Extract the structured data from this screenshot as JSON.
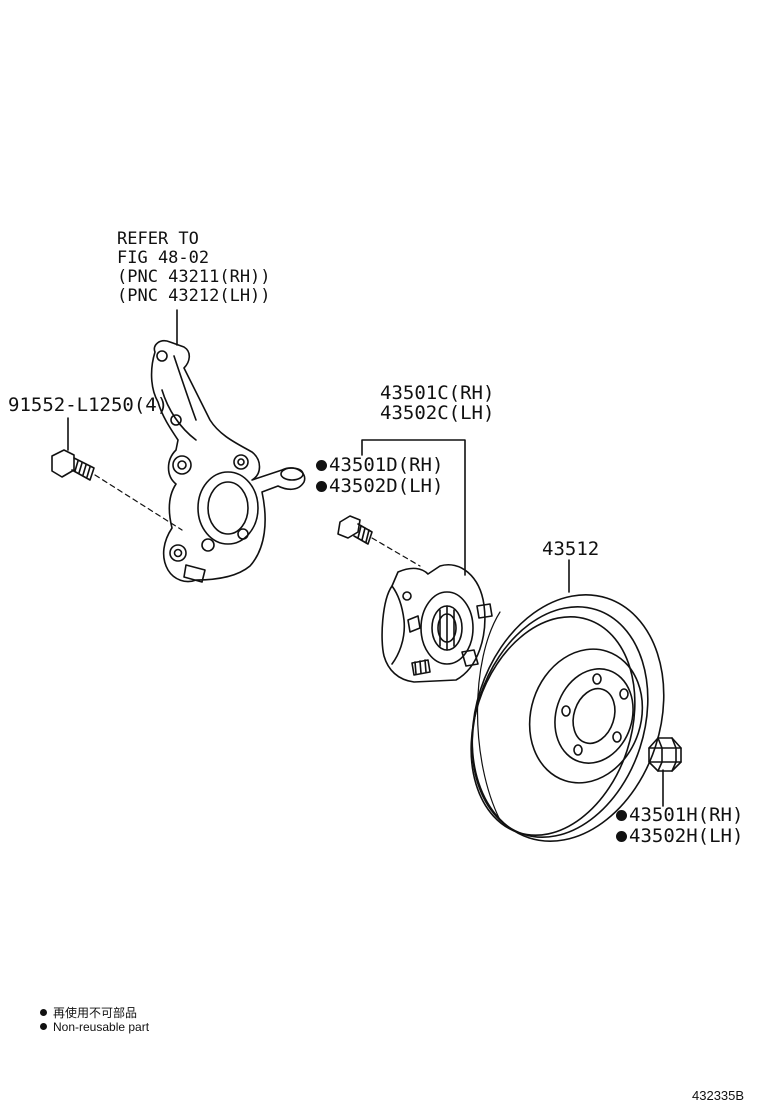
{
  "refer": {
    "line1": "REFER TO",
    "line2": "FIG 48-02",
    "line3": "(PNC 43211(RH))",
    "line4": "(PNC 43212(LH))"
  },
  "bolt_label": "91552-L1250(4)",
  "hub_label": {
    "rh": "43501C(RH)",
    "lh": "43502C(LH)"
  },
  "stud_label": {
    "rh": "43501D(RH)",
    "lh": "43502D(LH)"
  },
  "rotor_label": "43512",
  "nut_label": {
    "rh": "43501H(RH)",
    "lh": "43502H(LH)"
  },
  "legend": {
    "chinese": "再使用不可部品",
    "english": "Non-reusable part"
  },
  "figure_number": "432335B",
  "colors": {
    "line": "#111111",
    "background": "#ffffff"
  }
}
